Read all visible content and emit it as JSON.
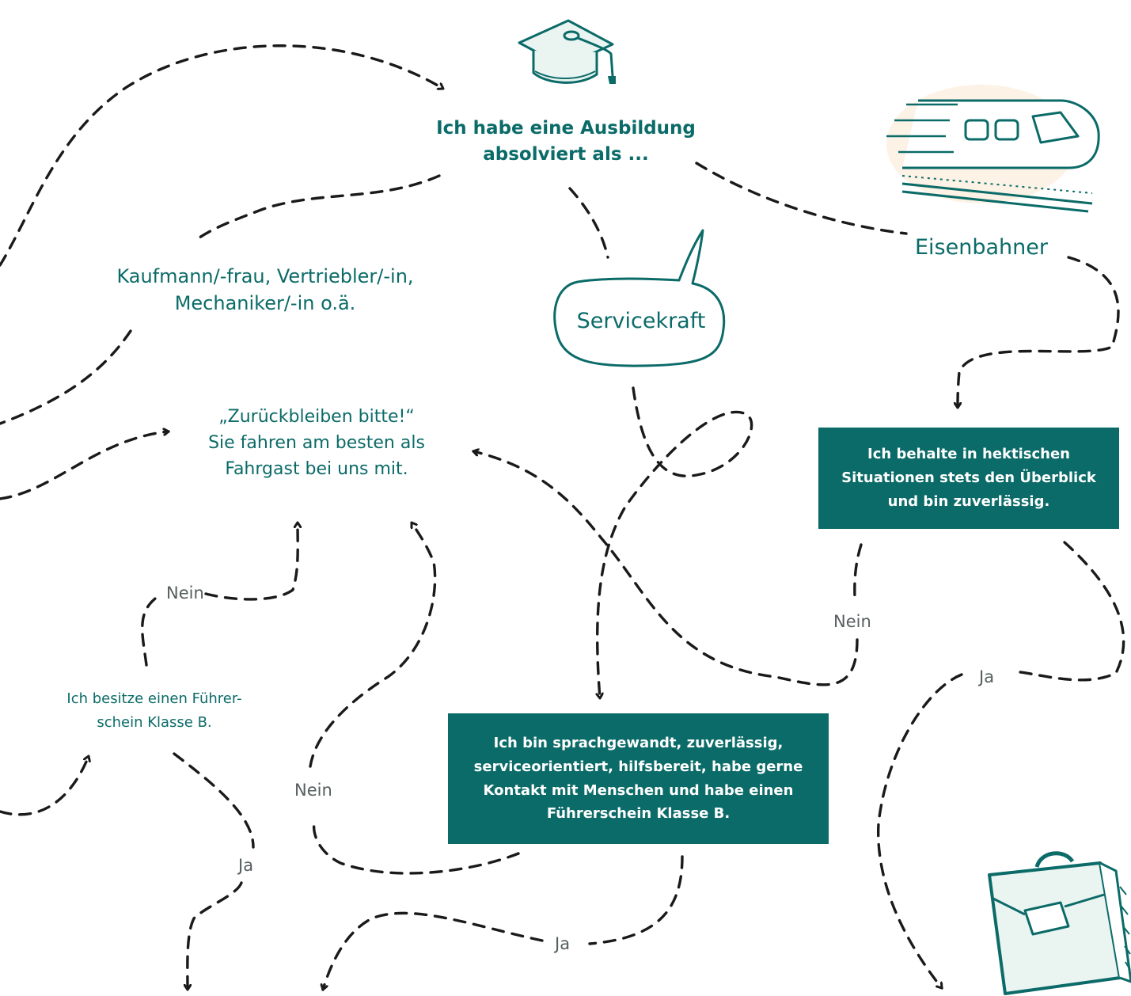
{
  "question": {
    "line1": "Ich habe eine Ausbildung",
    "line2": "absolviert als ..."
  },
  "options": {
    "kaufmann_line1": "Kaufmann/-frau, Vertriebler/-in,",
    "kaufmann_line2": "Mechaniker/-in o.ä.",
    "servicekraft": "Servicekraft",
    "eisenbahner": "Eisenbahner"
  },
  "zurueckbleiben": {
    "line1": "„Zurückbleiben bitte!“",
    "line2": "Sie fahren am besten als",
    "line3": "Fahrgast bei uns mit."
  },
  "fuehrerschein": {
    "line1": "Ich besitze einen Führer-",
    "line2": "schein Klasse B."
  },
  "box_ueberblick": {
    "line1": "Ich behalte in hektischen",
    "line2": "Situationen stets den Überblick",
    "line3": "und bin zuverlässig."
  },
  "box_service": {
    "line1": "Ich bin sprachgewandt, zuverlässig,",
    "line2": "serviceorientiert, hilfsbereit, habe gerne",
    "line3": "Kontakt mit Menschen und habe einen",
    "line4": "Führerschein Klasse B."
  },
  "labels": {
    "nein": "Nein",
    "ja": "Ja"
  },
  "colors": {
    "teal": "#0b6b68",
    "line": "#1a1a1a",
    "label_gray": "#555f5e",
    "icon_fill": "#eaf4f1",
    "train_fill": "#fbefdf"
  },
  "icons": [
    "graduation-cap-icon",
    "train-icon",
    "speech-bubble-icon",
    "briefcase-icon"
  ]
}
